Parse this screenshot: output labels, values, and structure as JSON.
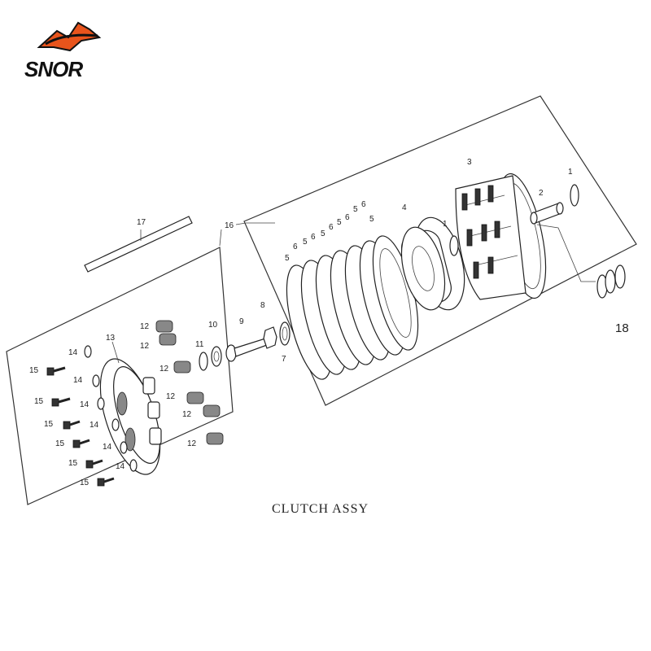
{
  "logo": {
    "text": "SNOR",
    "colors": {
      "accent": "#e8541c",
      "dark": "#111111"
    }
  },
  "caption": "CLUTCH ASSY",
  "labels": {
    "p1": "1",
    "p2": "2",
    "p3": "3",
    "p4": "4",
    "p5": "5",
    "p6": "6",
    "p7": "7",
    "p8": "8",
    "p9": "9",
    "p10": "10",
    "p11": "11",
    "p12": "12",
    "p13": "13",
    "p14": "14",
    "p15": "15",
    "p16": "16",
    "p17": "17",
    "p18": "18"
  }
}
